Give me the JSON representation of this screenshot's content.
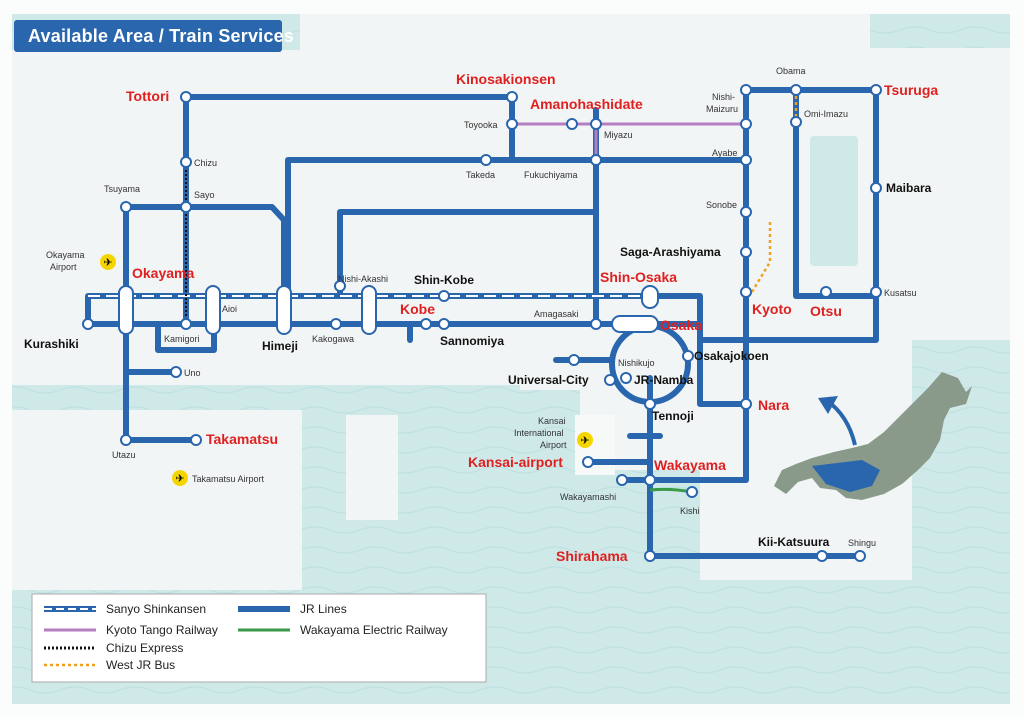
{
  "title": "Available Area / Train Services",
  "colors": {
    "sea": "#cfe9e9",
    "land": "#f2f5f5",
    "jr": "#2a66ad",
    "tango": "#b67ec0",
    "wakayama_electric": "#3a9a48",
    "chizu": "#222222",
    "bus": "#f0a020",
    "major_label": "#e02020",
    "minor_label": "#333333"
  },
  "legend": {
    "sanyo_shinkansen": "Sanyo Shinkansen",
    "kyoto_tango": "Kyoto Tango Railway",
    "chizu_express": "Chizu Express",
    "west_jr_bus": "West JR Bus",
    "jr_lines": "JR Lines",
    "wakayama_electric": "Wakayama Electric Railway"
  },
  "stations_major": {
    "tottori": "Tottori",
    "kinosakionsen": "Kinosakionsen",
    "amanohashidate": "Amanohashidate",
    "tsuruga": "Tsuruga",
    "okayama": "Okayama",
    "kobe": "Kobe",
    "shin_osaka": "Shin-Osaka",
    "osaka": "Osaka",
    "kyoto": "Kyoto",
    "otsu": "Otsu",
    "nara": "Nara",
    "takamatsu": "Takamatsu",
    "kansai_airport": "Kansai-airport",
    "wakayama": "Wakayama",
    "shirahama": "Shirahama"
  },
  "stations_bold": {
    "kurashiki": "Kurashiki",
    "himeji": "Himeji",
    "shin_kobe": "Shin-Kobe",
    "sannomiya": "Sannomiya",
    "saga_arashiyama": "Saga-Arashiyama",
    "maibara": "Maibara",
    "universal_city": "Universal-City",
    "jr_namba": "JR-Namba",
    "osakajokoen": "Osakajokoen",
    "tennoji": "Tennoji",
    "kii_katsuura": "Kii-Katsuura"
  },
  "stations_minor": {
    "chizu": "Chizu",
    "sayo": "Sayo",
    "tsuyama": "Tsuyama",
    "okayama_airport": "Okayama\nAirport",
    "aioi": "Aioi",
    "kamigori": "Kamigori",
    "nishi_akashi": "Nishi-Akashi",
    "kakogawa": "Kakogawa",
    "uno": "Uno",
    "utazu": "Utazu",
    "takamatsu_airport": "Takamatsu Airport",
    "toyooka": "Toyooka",
    "miyazu": "Miyazu",
    "takeda": "Takeda",
    "fukuchiyama": "Fukuchiyama",
    "nishi_maizuru": "Nishi-\nMaizuru",
    "ayabe": "Ayabe",
    "sonobe": "Sonobe",
    "obama": "Obama",
    "omi_imazu": "Omi-Imazu",
    "kusatsu": "Kusatsu",
    "amagasaki": "Amagasaki",
    "nishikujo": "Nishikujo",
    "kansai_international_airport": "Kansai\nInternational\nAirport",
    "wakayamashi": "Wakayamashi",
    "kishi": "Kishi",
    "shingu": "Shingu"
  },
  "icons": {
    "airport": "airplane-icon",
    "direction": "arrow-icon",
    "japan": "japan-map-icon"
  }
}
